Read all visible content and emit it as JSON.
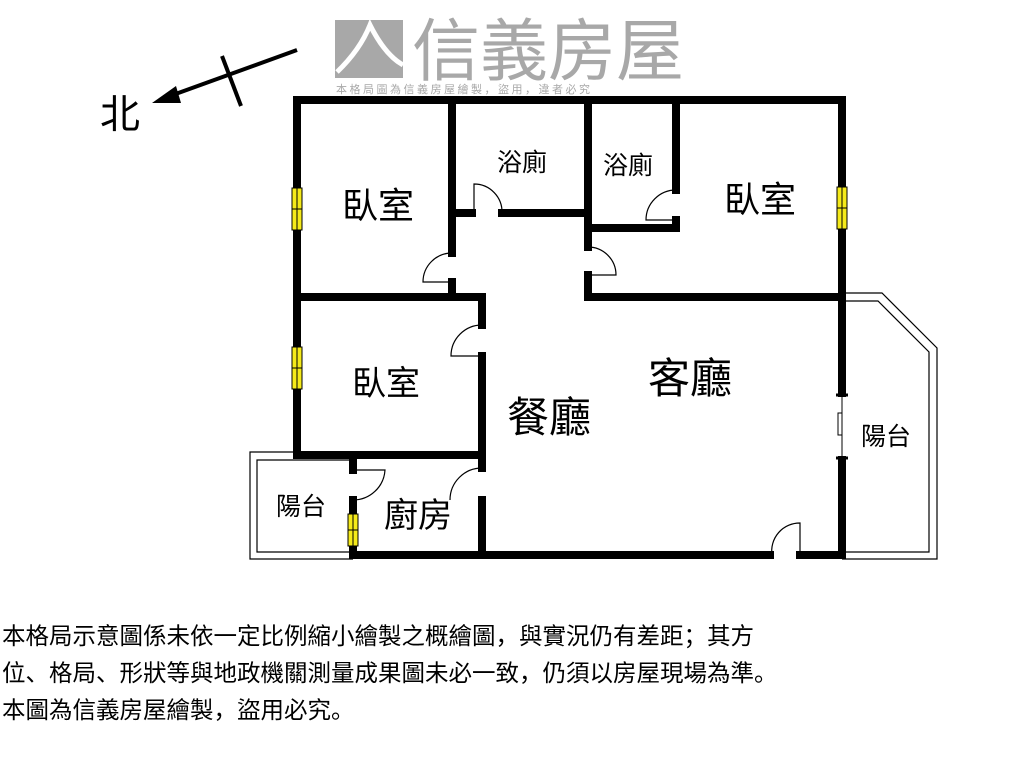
{
  "compass": {
    "north_label": "北"
  },
  "watermark": {
    "brand": "信義房屋",
    "notice": "本格局圖為信義房屋繪製，盜用，違者必究"
  },
  "rooms": {
    "bedroom_top_left": "臥室",
    "bath_1": "浴廁",
    "bath_2": "浴廁",
    "bedroom_top_right": "臥室",
    "bedroom_mid_left": "臥室",
    "living_room": "客廳",
    "dining_room": "餐廳",
    "balcony_right": "陽台",
    "balcony_left": "陽台",
    "kitchen": "廚房"
  },
  "colors": {
    "wall": "#000000",
    "window": "#f5ea1a",
    "watermark": "#a8a8a8"
  },
  "disclaimer": {
    "line1": "本格局示意圖係未依一定比例縮小繪製之概繪圖，與實況仍有差距；其方",
    "line2": "位、格局、形狀等與地政機關測量成果圖未必一致，仍須以房屋現場為準。",
    "line3": "本圖為信義房屋繪製，盜用必究。"
  }
}
